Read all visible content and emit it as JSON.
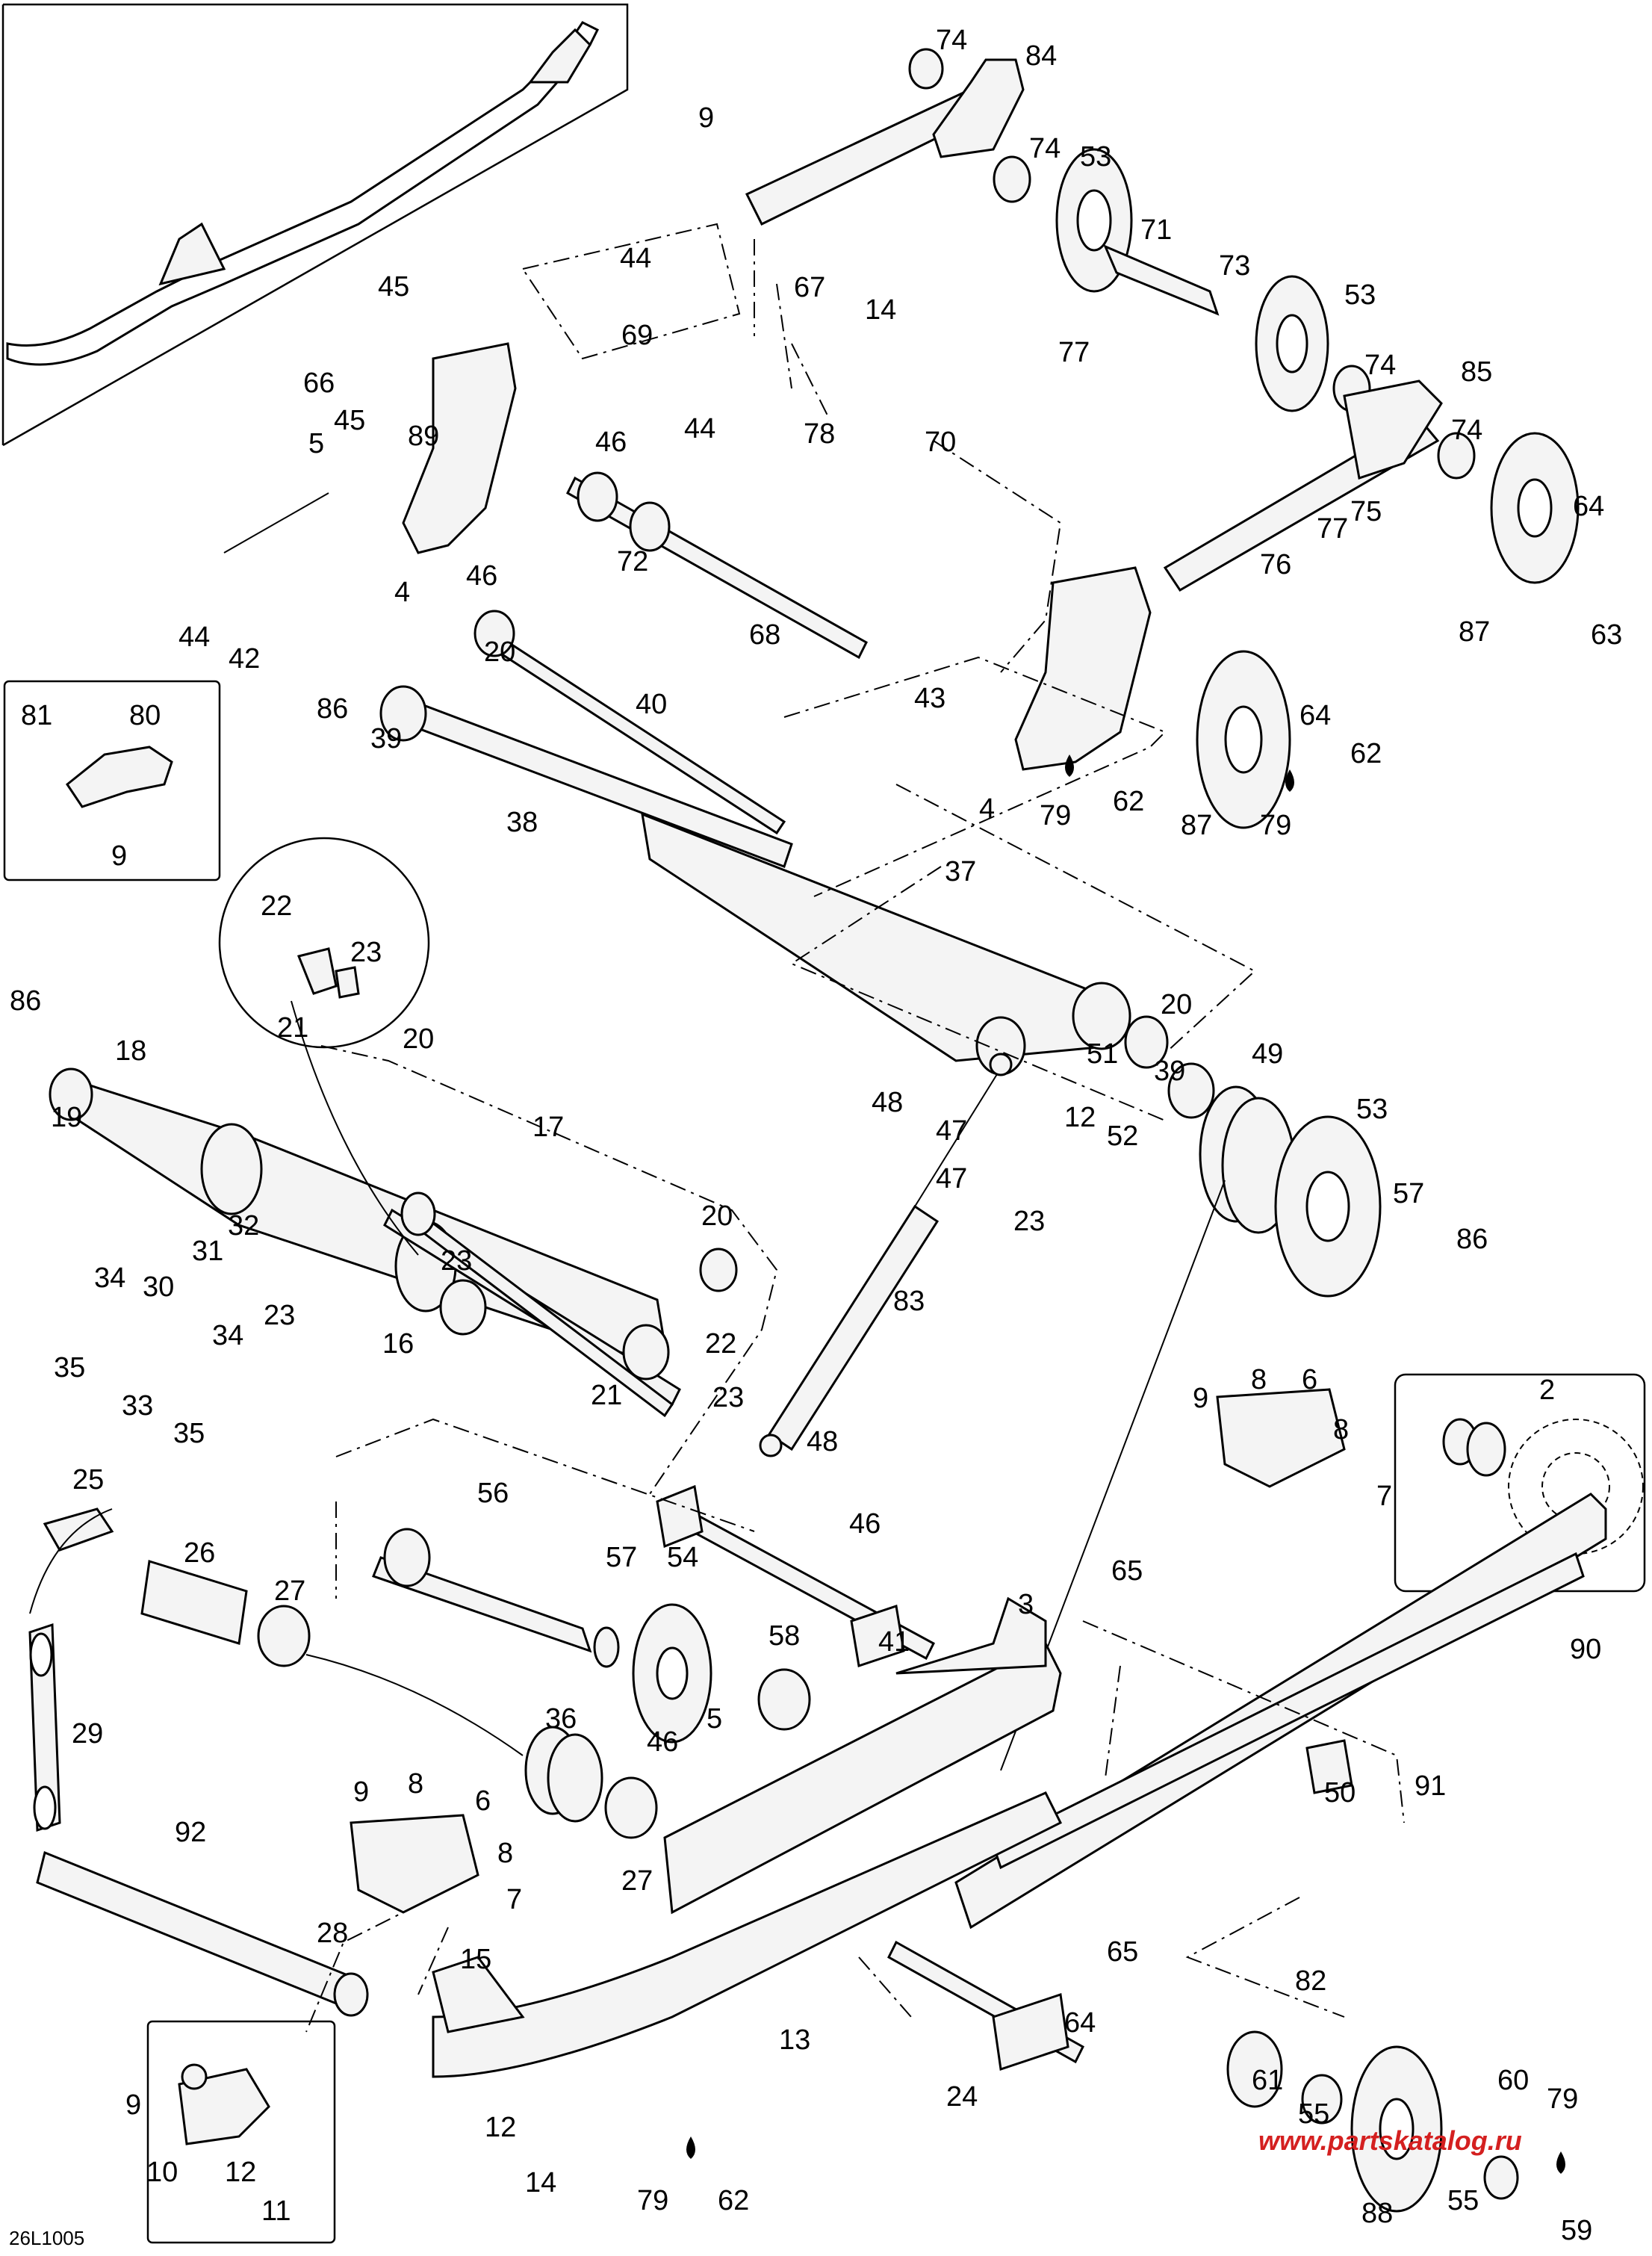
{
  "diagram": {
    "drawing_code": "26L1005",
    "watermark": "www.partskatalog.ru",
    "watermark_color": "#d42020",
    "callouts": [
      "74",
      "84",
      "9",
      "74",
      "53",
      "71",
      "73",
      "44",
      "67",
      "14",
      "53",
      "45",
      "69",
      "74",
      "85",
      "66",
      "89",
      "46",
      "44",
      "77",
      "74",
      "5",
      "45",
      "78",
      "70",
      "75",
      "64",
      "76",
      "4",
      "46",
      "72",
      "77",
      "44",
      "42",
      "68",
      "87",
      "63",
      "20",
      "86",
      "40",
      "43",
      "64",
      "81",
      "80",
      "39",
      "62",
      "9",
      "38",
      "4",
      "62",
      "79",
      "87",
      "79",
      "37",
      "22",
      "23",
      "21",
      "86",
      "20",
      "18",
      "51",
      "49",
      "20",
      "48",
      "39",
      "53",
      "19",
      "17",
      "47",
      "12",
      "52",
      "47",
      "57",
      "86",
      "23",
      "20",
      "32",
      "31",
      "83",
      "34",
      "30",
      "23",
      "23",
      "35",
      "34",
      "16",
      "22",
      "33",
      "21",
      "35",
      "9",
      "8",
      "6",
      "2",
      "23",
      "48",
      "8",
      "25",
      "7",
      "56",
      "26",
      "46",
      "57",
      "54",
      "27",
      "65",
      "41",
      "3",
      "58",
      "29",
      "36",
      "90",
      "5",
      "46",
      "9",
      "50",
      "8",
      "6",
      "91",
      "92",
      "8",
      "27",
      "7",
      "28",
      "65",
      "15",
      "82",
      "64",
      "13",
      "24",
      "61",
      "60",
      "55",
      "79",
      "9",
      "12",
      "10",
      "12",
      "11",
      "14",
      "79",
      "62",
      "88",
      "55",
      "59"
    ]
  }
}
